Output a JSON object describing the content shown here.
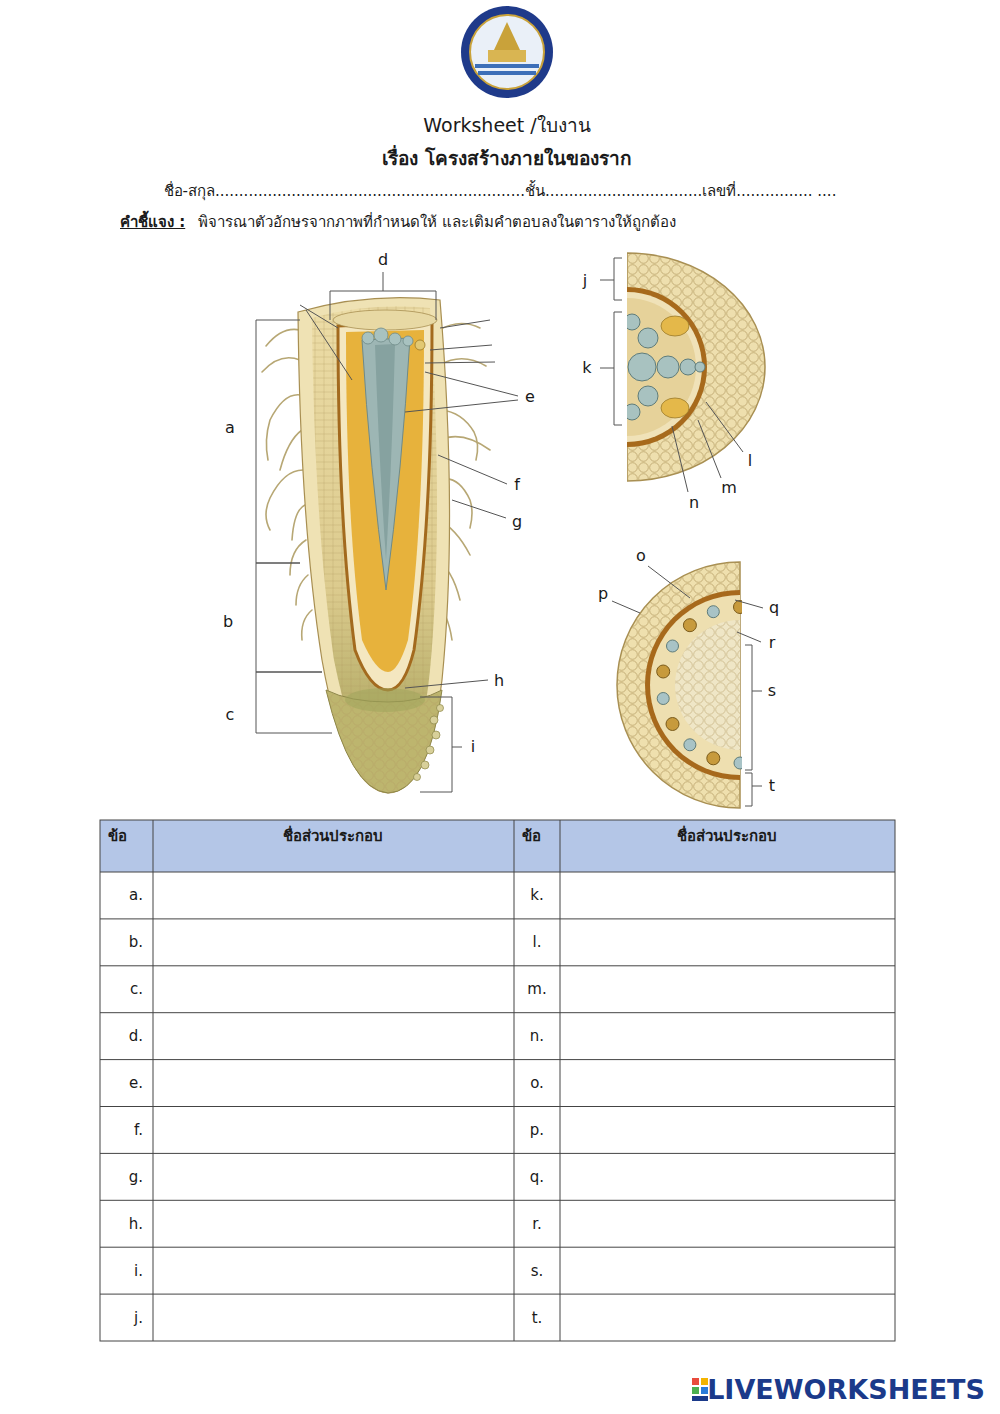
{
  "diagram": {
    "title": "Worksheet /ใบงาน",
    "labels": [
      "เรื่อง โครงสร้างภายในของราก",
      "ชื่อ-สกุล.................................................................ชั้น.................................เลขที่................ ....",
      "คำชี้แจง :",
      "พิจารณาตัวอักษรจากภาพที่กำหนดให้ และเติมคำตอบลงในตารางให้ถูกต้อง",
      "d",
      "j",
      "k",
      "a",
      "e",
      "l",
      "m",
      "n",
      "f",
      "g",
      "o",
      "p",
      "q",
      "b",
      "r",
      "s",
      "h",
      "c",
      "i",
      "t",
      "ข้อ",
      "ชื่อส่วนประกอบ",
      "ข้อ",
      "ชื่อส่วนประกอบ",
      "a.",
      "k.",
      "b.",
      "l.",
      "c.",
      "m.",
      "d.",
      "n.",
      "e.",
      "o.",
      "f.",
      "p.",
      "g.",
      "q.",
      "h.",
      "r.",
      "i.",
      "s.",
      "j.",
      "t.",
      "LIVEWORKSHEETS"
    ]
  }
}
